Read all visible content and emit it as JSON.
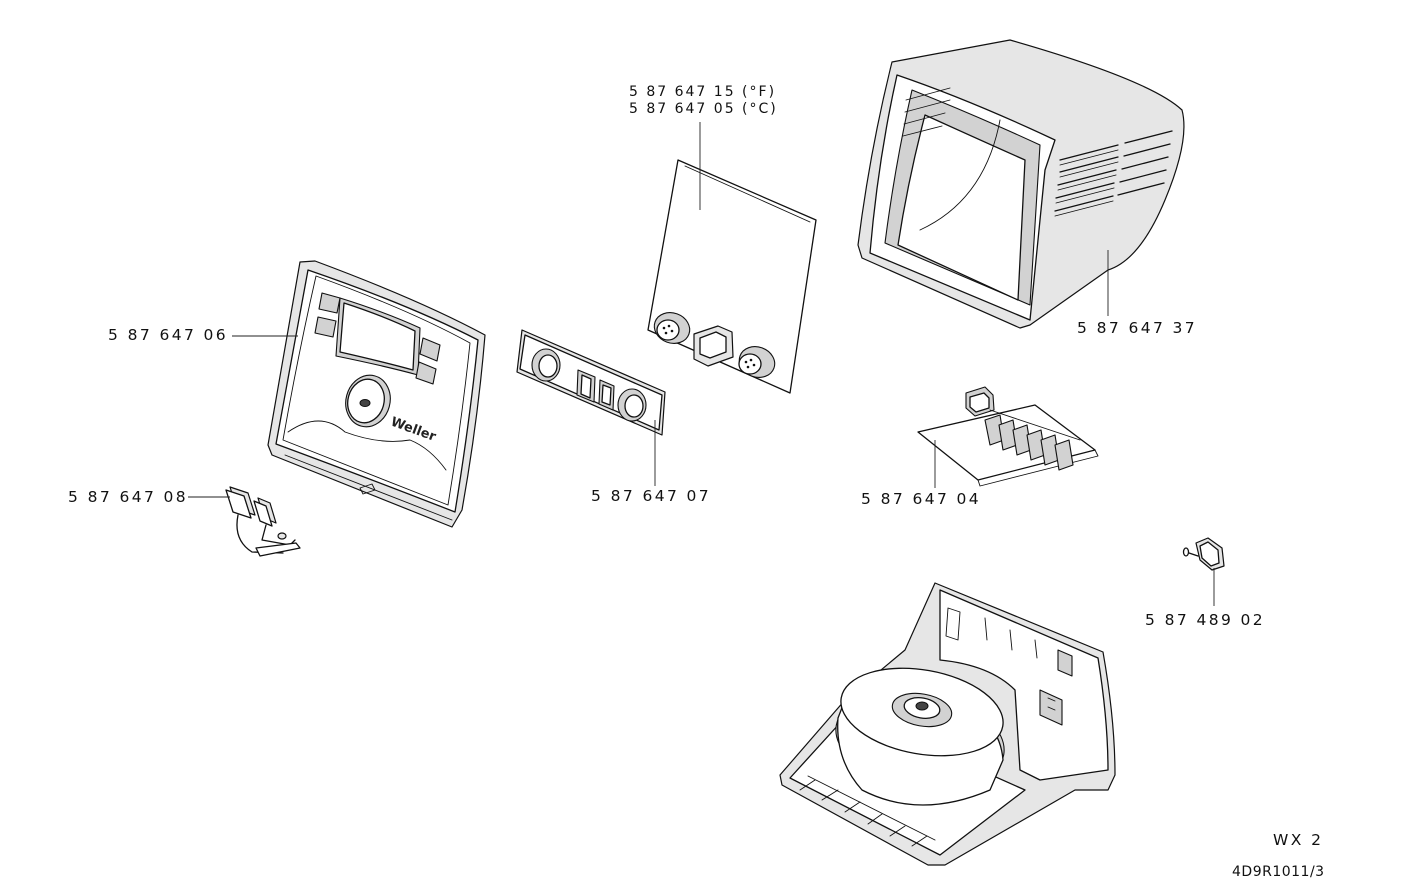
{
  "parts": {
    "front_panel": "5 87 647 06",
    "foot_switch_clip": "5 87 647 08",
    "socket_board": "5 87 647 07",
    "pcb_f": "5 87 647 15 (°F)",
    "pcb_c": "5 87 647 05 (°C)",
    "housing": "5 87 647 37",
    "relay_board": "5 87 647 04",
    "plug_adapter": "5 87 489 02"
  },
  "brand_logo_text": "Weller",
  "model": "WX 2",
  "drawing_number": "4D9R1011/3"
}
